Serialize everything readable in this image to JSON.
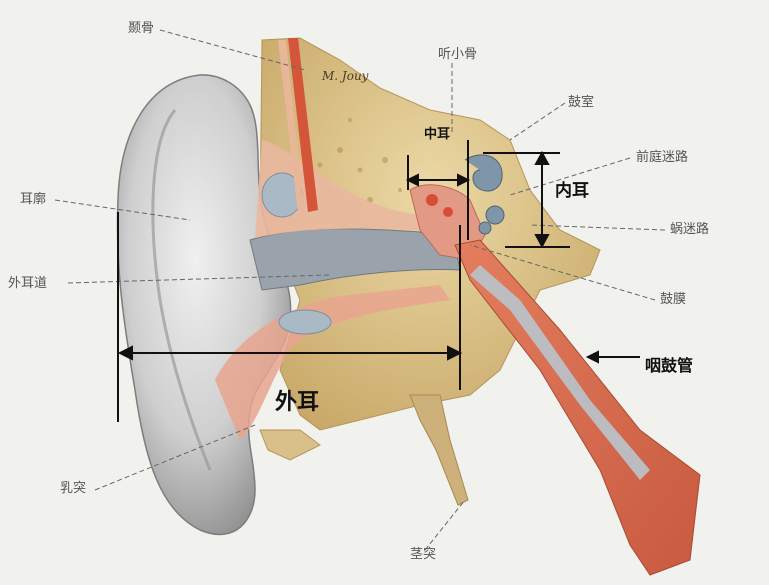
{
  "labels": {
    "temporal_bone": "颞骨",
    "ossicles": "听小骨",
    "tympanic_cavity": "鼓室",
    "vestibule": "前庭迷路",
    "cochlea": "蜗迷路",
    "eardrum": "鼓膜",
    "auricle": "耳廓",
    "ear_canal": "外耳道",
    "mastoid": "乳突",
    "styloid": "茎突"
  },
  "regions": {
    "middle_ear": "中耳",
    "inner_ear": "内耳",
    "outer_ear": "外耳",
    "eustachian_tube": "咽鼓管"
  },
  "signature": "M. Jouy",
  "colors": {
    "background": "#f1f1ee",
    "bone": "#d9c08a",
    "skin": "#c9c9c9",
    "tissue": "#e9a58f",
    "tube": "#d86a4e",
    "canal": "#9aa3ab"
  }
}
